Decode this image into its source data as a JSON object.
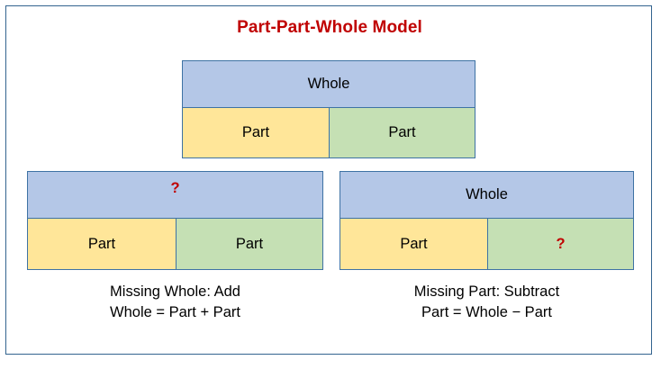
{
  "page": {
    "title": "Part-Part-Whole Model",
    "title_color": "#c00000",
    "border_color": "#33648f",
    "background": "#ffffff"
  },
  "palette": {
    "whole_fill": "#b4c7e7",
    "part_left_fill": "#ffe699",
    "part_right_fill": "#c5e0b4",
    "bar_border": "#3e72a4",
    "unknown_marker_color": "#c00000",
    "text_color": "#000000"
  },
  "models": {
    "top": {
      "name": "part-part-whole-reference",
      "whole_label": "Whole",
      "part_left_label": "Part",
      "part_right_label": "Part"
    },
    "bottom_left": {
      "name": "missing-whole-model",
      "whole_label": "?",
      "part_left_label": "Part",
      "part_right_label": "Part",
      "caption_line1": "Missing Whole: Add",
      "caption_line2": "Whole = Part + Part"
    },
    "bottom_right": {
      "name": "missing-part-model",
      "whole_label": "Whole",
      "part_left_label": "Part",
      "part_right_label": "?",
      "caption_line1": "Missing Part: Subtract",
      "caption_line2": "Part = Whole − Part"
    }
  }
}
